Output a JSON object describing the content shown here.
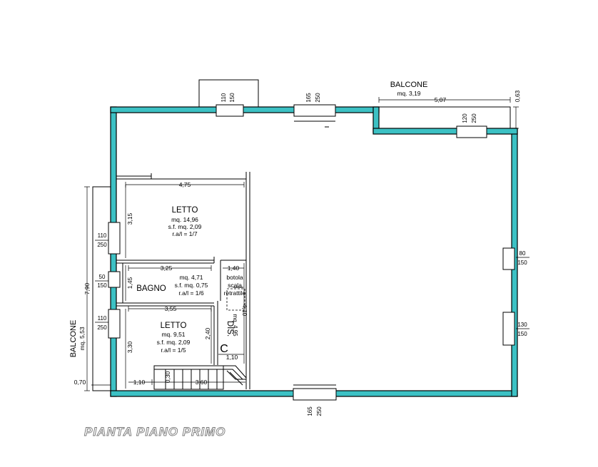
{
  "plan": {
    "title": "PIANTA PIANO PRIMO",
    "colors": {
      "walls": "#3cc1c4",
      "lines": "#000000",
      "title_outline": "#777777"
    },
    "balcone_top": {
      "label": "BALCONE",
      "area": "mq. 3,19",
      "length": "5,07",
      "depth": "0,63"
    },
    "balcone_left": {
      "label": "BALCONE",
      "area": "mq. 5,53",
      "length": "7,90",
      "depth": "0,70"
    },
    "letto_1": {
      "name": "LETTO",
      "area": "mq. 14,96",
      "sf": "s.f. mq. 2,09",
      "ratio": "r.a/l = 1/7",
      "width": "4,75",
      "height": "3,15"
    },
    "bagno": {
      "name": "BAGNO",
      "area": "mq. 4,71",
      "sf": "s.f. mq. 0,75",
      "ratio": "r.a/l = 1/6",
      "width": "3,25",
      "height": "1,45"
    },
    "botola": {
      "line1": "botola",
      "line2": "scala",
      "line3": "retrattile",
      "width": "1,40"
    },
    "letto_2": {
      "name": "LETTO",
      "area": "mq. 9,51",
      "sf": "s.f. mq. 2,09",
      "ratio": "r.a/l = 1/5",
      "width": "3,55",
      "height": "3,30",
      "depth": "2,40"
    },
    "dis": {
      "name": "DIS.",
      "area": "mq. 4,95",
      "height": "4,10",
      "width": "1,10",
      "marker": "C"
    },
    "stair": {
      "d1": "1,10",
      "d2": "0,30",
      "d3": "3,60"
    },
    "windows": {
      "top_a": {
        "w": "110",
        "h": "150"
      },
      "top_b": {
        "w": "165",
        "h": "250"
      },
      "top_c": {
        "w": "120",
        "h": "250"
      },
      "left_a": {
        "w": "110",
        "h": "250"
      },
      "left_b": {
        "w": "50",
        "h": "150"
      },
      "left_c": {
        "w": "110",
        "h": "250"
      },
      "right_a": {
        "w": "80",
        "h": "150"
      },
      "right_b": {
        "w": "130",
        "h": "150"
      },
      "bottom": {
        "w": "165",
        "h": "250"
      }
    }
  }
}
